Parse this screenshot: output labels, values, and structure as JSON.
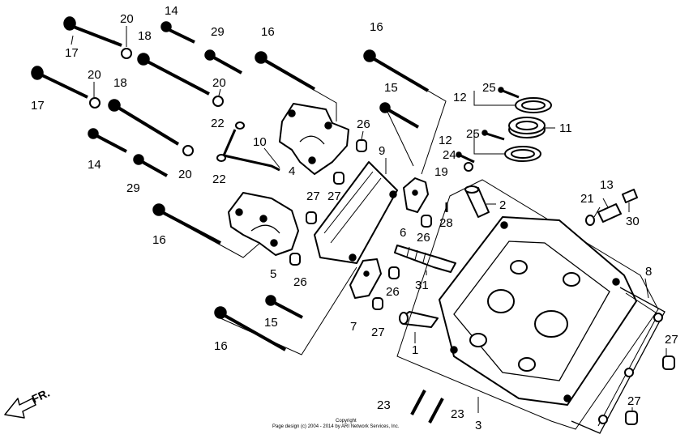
{
  "labels": [
    {
      "id": "l20a",
      "text": "20"
    },
    {
      "id": "l14a",
      "text": "14"
    },
    {
      "id": "l29a",
      "text": "29"
    },
    {
      "id": "l18a",
      "text": "18"
    },
    {
      "id": "l17a",
      "text": "17"
    },
    {
      "id": "l16a",
      "text": "16"
    },
    {
      "id": "l16b",
      "text": "16"
    },
    {
      "id": "l20b",
      "text": "20"
    },
    {
      "id": "l18b",
      "text": "18"
    },
    {
      "id": "l17b",
      "text": "17"
    },
    {
      "id": "l20c",
      "text": "20"
    },
    {
      "id": "l15a",
      "text": "15"
    },
    {
      "id": "l25a",
      "text": "25"
    },
    {
      "id": "l12a",
      "text": "12"
    },
    {
      "id": "l22a",
      "text": "22"
    },
    {
      "id": "l26a",
      "text": "26"
    },
    {
      "id": "l10",
      "text": "10"
    },
    {
      "id": "l14b",
      "text": "14"
    },
    {
      "id": "l4",
      "text": "4"
    },
    {
      "id": "l9",
      "text": "9"
    },
    {
      "id": "l12b",
      "text": "12"
    },
    {
      "id": "l25b",
      "text": "25"
    },
    {
      "id": "l11",
      "text": "11"
    },
    {
      "id": "l24",
      "text": "24"
    },
    {
      "id": "l22b",
      "text": "22"
    },
    {
      "id": "l20d",
      "text": "20"
    },
    {
      "id": "l29b",
      "text": "29"
    },
    {
      "id": "l19",
      "text": "19"
    },
    {
      "id": "l27a",
      "text": "27"
    },
    {
      "id": "l27b",
      "text": "27"
    },
    {
      "id": "l13",
      "text": "13"
    },
    {
      "id": "l2",
      "text": "2"
    },
    {
      "id": "l21",
      "text": "21"
    },
    {
      "id": "l16c",
      "text": "16"
    },
    {
      "id": "l6",
      "text": "6"
    },
    {
      "id": "l28",
      "text": "28"
    },
    {
      "id": "l30",
      "text": "30"
    },
    {
      "id": "l26b",
      "text": "26"
    },
    {
      "id": "l5",
      "text": "5"
    },
    {
      "id": "l26c",
      "text": "26"
    },
    {
      "id": "l8",
      "text": "8"
    },
    {
      "id": "l31",
      "text": "31"
    },
    {
      "id": "l26d",
      "text": "26"
    },
    {
      "id": "l15b",
      "text": "15"
    },
    {
      "id": "l7",
      "text": "7"
    },
    {
      "id": "l27c",
      "text": "27"
    },
    {
      "id": "l16d",
      "text": "16"
    },
    {
      "id": "l1",
      "text": "1"
    },
    {
      "id": "l27d",
      "text": "27"
    },
    {
      "id": "l23a",
      "text": "23"
    },
    {
      "id": "l23b",
      "text": "23"
    },
    {
      "id": "l27e",
      "text": "27"
    },
    {
      "id": "l3",
      "text": "3"
    }
  ],
  "front_marker": "FR.",
  "copyright_line1": "Copyright",
  "copyright_line2": "Page design (c) 2004 - 2014 by ARI Network Services, Inc."
}
